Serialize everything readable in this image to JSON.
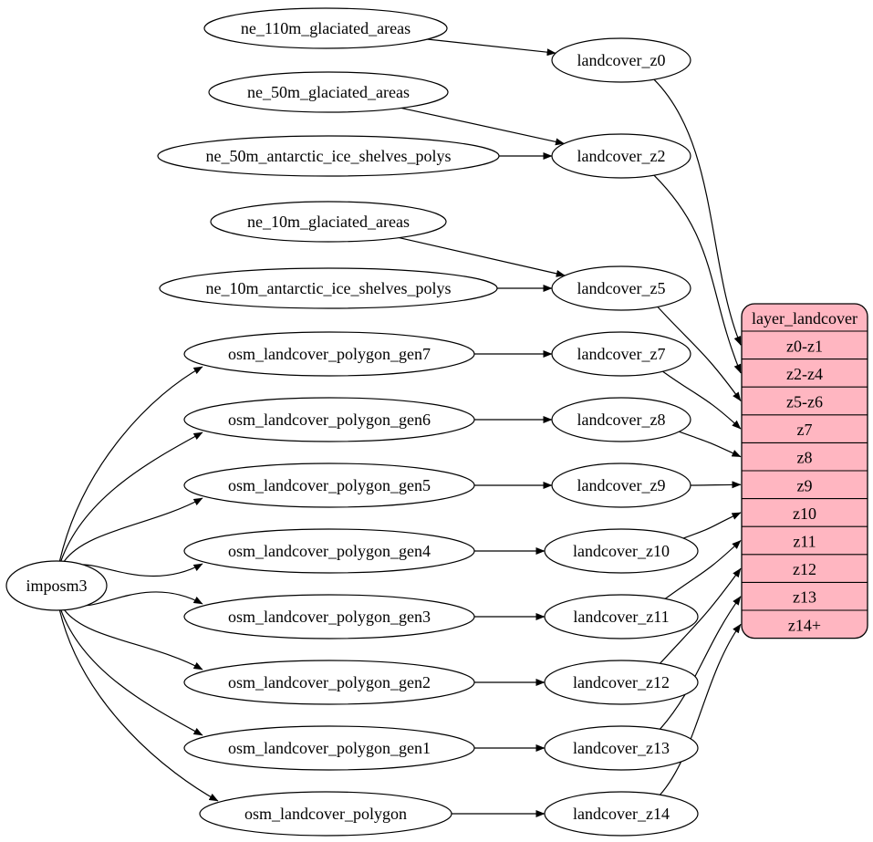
{
  "colors": {
    "background": "#ffffff",
    "node_fill": "#ffffff",
    "node_stroke": "#000000",
    "edge_stroke": "#000000",
    "table_fill": "#ffb6c1",
    "table_stroke": "#000000"
  },
  "nodes": [
    {
      "id": "imposm3",
      "label": "imposm3"
    },
    {
      "id": "ne_110m_glaciated_areas",
      "label": "ne_110m_glaciated_areas"
    },
    {
      "id": "ne_50m_glaciated_areas",
      "label": "ne_50m_glaciated_areas"
    },
    {
      "id": "ne_50m_antarctic_ice_shelves_polys",
      "label": "ne_50m_antarctic_ice_shelves_polys"
    },
    {
      "id": "ne_10m_glaciated_areas",
      "label": "ne_10m_glaciated_areas"
    },
    {
      "id": "ne_10m_antarctic_ice_shelves_polys",
      "label": "ne_10m_antarctic_ice_shelves_polys"
    },
    {
      "id": "osm_landcover_polygon_gen7",
      "label": "osm_landcover_polygon_gen7"
    },
    {
      "id": "osm_landcover_polygon_gen6",
      "label": "osm_landcover_polygon_gen6"
    },
    {
      "id": "osm_landcover_polygon_gen5",
      "label": "osm_landcover_polygon_gen5"
    },
    {
      "id": "osm_landcover_polygon_gen4",
      "label": "osm_landcover_polygon_gen4"
    },
    {
      "id": "osm_landcover_polygon_gen3",
      "label": "osm_landcover_polygon_gen3"
    },
    {
      "id": "osm_landcover_polygon_gen2",
      "label": "osm_landcover_polygon_gen2"
    },
    {
      "id": "osm_landcover_polygon_gen1",
      "label": "osm_landcover_polygon_gen1"
    },
    {
      "id": "osm_landcover_polygon",
      "label": "osm_landcover_polygon"
    },
    {
      "id": "landcover_z0",
      "label": "landcover_z0"
    },
    {
      "id": "landcover_z2",
      "label": "landcover_z2"
    },
    {
      "id": "landcover_z5",
      "label": "landcover_z5"
    },
    {
      "id": "landcover_z7",
      "label": "landcover_z7"
    },
    {
      "id": "landcover_z8",
      "label": "landcover_z8"
    },
    {
      "id": "landcover_z9",
      "label": "landcover_z9"
    },
    {
      "id": "landcover_z10",
      "label": "landcover_z10"
    },
    {
      "id": "landcover_z11",
      "label": "landcover_z11"
    },
    {
      "id": "landcover_z12",
      "label": "landcover_z12"
    },
    {
      "id": "landcover_z13",
      "label": "landcover_z13"
    },
    {
      "id": "landcover_z14",
      "label": "landcover_z14"
    }
  ],
  "table": {
    "title": "layer_landcover",
    "rows": [
      "z0-z1",
      "z2-z4",
      "z5-z6",
      "z7",
      "z8",
      "z9",
      "z10",
      "z11",
      "z12",
      "z13",
      "z14+"
    ]
  },
  "edges": [
    {
      "from": "ne_110m_glaciated_areas",
      "to": "landcover_z0"
    },
    {
      "from": "ne_50m_glaciated_areas",
      "to": "landcover_z2"
    },
    {
      "from": "ne_50m_antarctic_ice_shelves_polys",
      "to": "landcover_z2"
    },
    {
      "from": "ne_10m_glaciated_areas",
      "to": "landcover_z5"
    },
    {
      "from": "ne_10m_antarctic_ice_shelves_polys",
      "to": "landcover_z5"
    },
    {
      "from": "osm_landcover_polygon_gen7",
      "to": "landcover_z7"
    },
    {
      "from": "osm_landcover_polygon_gen6",
      "to": "landcover_z8"
    },
    {
      "from": "osm_landcover_polygon_gen5",
      "to": "landcover_z9"
    },
    {
      "from": "osm_landcover_polygon_gen4",
      "to": "landcover_z10"
    },
    {
      "from": "osm_landcover_polygon_gen3",
      "to": "landcover_z11"
    },
    {
      "from": "osm_landcover_polygon_gen2",
      "to": "landcover_z12"
    },
    {
      "from": "osm_landcover_polygon_gen1",
      "to": "landcover_z13"
    },
    {
      "from": "osm_landcover_polygon",
      "to": "landcover_z14"
    },
    {
      "from": "imposm3",
      "to": "osm_landcover_polygon_gen7"
    },
    {
      "from": "imposm3",
      "to": "osm_landcover_polygon_gen6"
    },
    {
      "from": "imposm3",
      "to": "osm_landcover_polygon_gen5"
    },
    {
      "from": "imposm3",
      "to": "osm_landcover_polygon_gen4"
    },
    {
      "from": "imposm3",
      "to": "osm_landcover_polygon_gen3"
    },
    {
      "from": "imposm3",
      "to": "osm_landcover_polygon_gen2"
    },
    {
      "from": "imposm3",
      "to": "osm_landcover_polygon_gen1"
    },
    {
      "from": "imposm3",
      "to": "osm_landcover_polygon"
    },
    {
      "from": "landcover_z0",
      "to": "layer_landcover:z0-z1"
    },
    {
      "from": "landcover_z2",
      "to": "layer_landcover:z2-z4"
    },
    {
      "from": "landcover_z5",
      "to": "layer_landcover:z5-z6"
    },
    {
      "from": "landcover_z7",
      "to": "layer_landcover:z7"
    },
    {
      "from": "landcover_z8",
      "to": "layer_landcover:z8"
    },
    {
      "from": "landcover_z9",
      "to": "layer_landcover:z9"
    },
    {
      "from": "landcover_z10",
      "to": "layer_landcover:z10"
    },
    {
      "from": "landcover_z11",
      "to": "layer_landcover:z11"
    },
    {
      "from": "landcover_z12",
      "to": "layer_landcover:z12"
    },
    {
      "from": "landcover_z13",
      "to": "layer_landcover:z13"
    },
    {
      "from": "landcover_z14",
      "to": "layer_landcover:z14+"
    }
  ]
}
